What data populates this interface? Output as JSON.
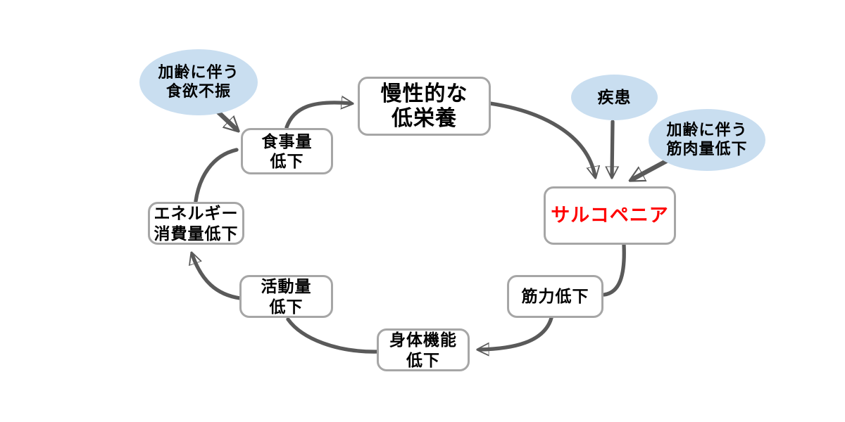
{
  "colors": {
    "background": "#ffffff",
    "ellipse_fill": "#c9def0",
    "box_fill": "#ffffff",
    "box_border": "#a6a6a6",
    "arrow": "#5a5a5a",
    "text": "#000000",
    "sarcopenia_text": "#ff0000"
  },
  "nodes": {
    "appetite_loss": {
      "line1": "加齢に伴う",
      "line2": "食欲不振"
    },
    "meal_decline": {
      "line1": "食事量",
      "line2": "低下"
    },
    "chronic_malnutrition": {
      "line1": "慢性的な",
      "line2": "低栄養"
    },
    "disease": {
      "line1": "疾患"
    },
    "muscle_mass_decline": {
      "line1": "加齢に伴う",
      "line2": "筋肉量低下"
    },
    "sarcopenia": {
      "line1": "サルコペニア"
    },
    "strength_decline": {
      "line1": "筋力低下"
    },
    "physical_function_decline": {
      "line1": "身体機能",
      "line2": "低下"
    },
    "activity_decline": {
      "line1": "活動量",
      "line2": "低下"
    },
    "energy_expenditure_decline": {
      "line1": "エネルギー",
      "line2": "消費量低下"
    }
  },
  "edges": [
    {
      "from": "appetite_loss",
      "to": "meal_decline",
      "arrowhead": true
    },
    {
      "from": "meal_decline",
      "to": "chronic_malnutrition",
      "arrowhead": true
    },
    {
      "from": "chronic_malnutrition",
      "to": "sarcopenia",
      "arrowhead": true
    },
    {
      "from": "disease",
      "to": "sarcopenia",
      "arrowhead": true
    },
    {
      "from": "muscle_mass_decline",
      "to": "sarcopenia",
      "arrowhead": true
    },
    {
      "from": "sarcopenia",
      "to": "strength_decline",
      "arrowhead": false
    },
    {
      "from": "strength_decline",
      "to": "physical_function_decline",
      "arrowhead": true
    },
    {
      "from": "physical_function_decline",
      "to": "activity_decline",
      "arrowhead": false
    },
    {
      "from": "activity_decline",
      "to": "energy_expenditure_decline",
      "arrowhead": true
    },
    {
      "from": "energy_expenditure_decline",
      "to": "meal_decline",
      "arrowhead": false
    }
  ]
}
